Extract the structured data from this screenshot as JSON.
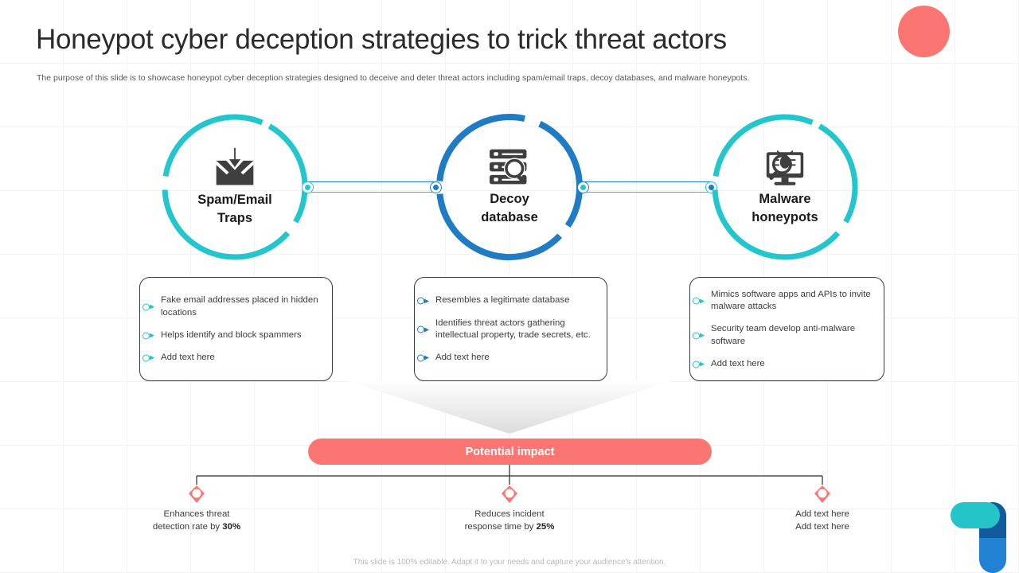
{
  "header": {
    "title": "Honeypot cyber deception strategies to trick threat actors",
    "subtitle": "The purpose of this slide is to showcase honeypot cyber deception strategies designed to deceive and deter threat actors including spam/email traps, decoy databases, and malware honeypots."
  },
  "colors": {
    "teal": "#24c6cd",
    "blue": "#1f7cc4",
    "coral": "#fb7672",
    "icon_dark": "#3f3f3f",
    "card_border": "#343a40",
    "text": "#3c3c3c"
  },
  "nodes": [
    {
      "id": "spam-email-traps",
      "label": "Spam/Email\nTraps",
      "label_line1": "Spam/Email",
      "label_line2": "Traps",
      "icon": "envelope-download-icon",
      "accent": "#24c6cd"
    },
    {
      "id": "decoy-database",
      "label": "Decoy\ndatabase",
      "label_line1": "Decoy",
      "label_line2": "database",
      "icon": "database-search-icon",
      "accent": "#1f7cc4"
    },
    {
      "id": "malware-honeypots",
      "label": "Malware\nhoneypots",
      "label_line1": "Malware",
      "label_line2": "honeypots",
      "icon": "monitor-bug-search-icon",
      "accent": "#24c6cd"
    }
  ],
  "cards": [
    {
      "id": "spam-email-traps-card",
      "accent": "#24c6cd",
      "bullets": [
        "Fake email addresses placed in hidden locations",
        "Helps identify and block spammers",
        "Add text here"
      ]
    },
    {
      "id": "decoy-database-card",
      "accent": "#1f7cc4",
      "bullets": [
        "Resembles a legitimate database",
        "Identifies threat actors gathering intellectual property, trade secrets, etc.",
        "Add text here"
      ]
    },
    {
      "id": "malware-honeypots-card",
      "accent": "#24c6cd",
      "bullets": [
        "Mimics software apps and APIs to invite malware attacks",
        "Security team develop anti-malware software",
        "Add text here"
      ]
    }
  ],
  "impact": {
    "label": "Potential impact",
    "stats": [
      {
        "line1": "Enhances threat",
        "line2_pre": "detection rate by ",
        "line2_strong": "30%",
        "line2_post": ""
      },
      {
        "line1": "Reduces incident",
        "line2_pre": "response time by ",
        "line2_strong": "25%",
        "line2_post": ""
      },
      {
        "line1": "Add text here",
        "line2_pre": "Add text here",
        "line2_strong": "",
        "line2_post": ""
      }
    ]
  },
  "footer": {
    "note": "This slide is 100% editable. Adapt it to your needs and capture your audience's attention."
  }
}
